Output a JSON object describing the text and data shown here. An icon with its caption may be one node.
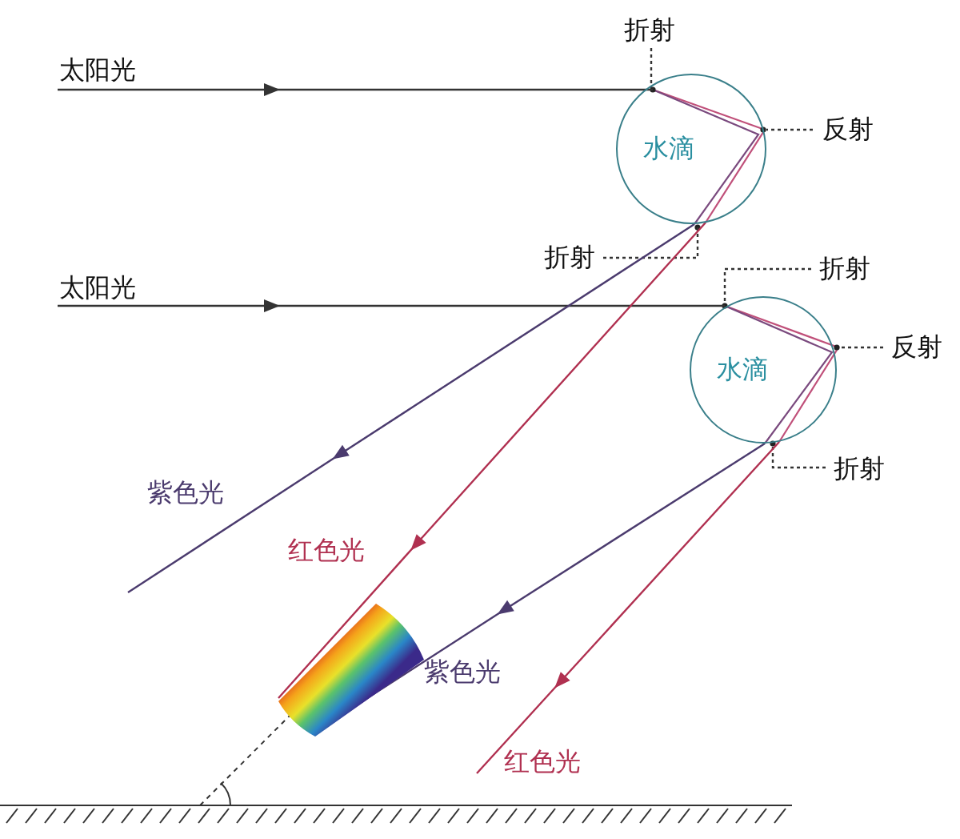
{
  "diagram": {
    "nodes": [
      {
        "text": [
          "水滴"
        ]
      },
      {
        "text": [
          "水滴"
        ]
      },
      {
        "text": [
          "折射"
        ]
      },
      {
        "text": [
          "反射"
        ]
      },
      {
        "text": [
          "折射"
        ]
      },
      {
        "text": [
          "折射"
        ]
      },
      {
        "text": [
          "反射"
        ]
      },
      {
        "text": [
          "折射"
        ]
      },
      {
        "text": [],
        "shape": "picture"
      }
    ],
    "edges": [
      {
        "from": null,
        "to": 0,
        "arrow": "to",
        "label": "太阳光"
      },
      {
        "from": null,
        "to": 1,
        "arrow": "to",
        "label": "太阳光"
      },
      {
        "from": 2,
        "to": 0,
        "arrow": "none",
        "style": "dashed"
      },
      {
        "from": 3,
        "to": 0,
        "arrow": "none",
        "style": "dashed"
      },
      {
        "from": 4,
        "to": 0,
        "arrow": "none",
        "style": "dashed"
      },
      {
        "from": 5,
        "to": 1,
        "arrow": "none",
        "style": "dashed"
      },
      {
        "from": 6,
        "to": 1,
        "arrow": "none",
        "style": "dashed"
      },
      {
        "from": 7,
        "to": 1,
        "arrow": "none",
        "style": "dashed"
      },
      {
        "from": 0,
        "to": null,
        "arrow": "to",
        "label": "紫色光",
        "color": "#4b3b6e"
      },
      {
        "from": 0,
        "to": 8,
        "arrow": "to",
        "label": "红色光",
        "color": "#b03050"
      },
      {
        "from": 1,
        "to": 8,
        "arrow": "to",
        "label": "紫色光",
        "color": "#4b3b6e"
      },
      {
        "from": 1,
        "to": null,
        "arrow": "to",
        "label": "红色光",
        "color": "#b03050"
      }
    ]
  }
}
